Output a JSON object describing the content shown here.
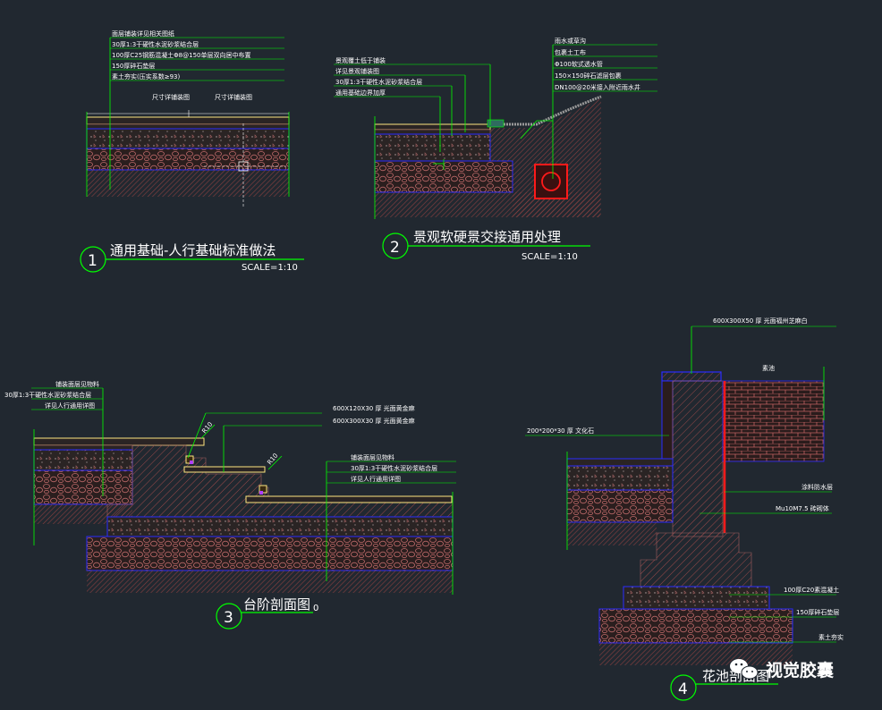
{
  "colors": {
    "background": "#212830",
    "leader": "#00ff00",
    "outline": "#2b2bff",
    "hatch": "#9b4a4a",
    "surface": "#ffe680",
    "waterproof": "#ff1a1a"
  },
  "detail1": {
    "notes": [
      "面层铺装详见相关图纸",
      "30厚1:3干硬性水泥砂浆结合层",
      "100厚C25钢筋混凝土Φ8@150单层双向居中布置",
      "150厚碎石垫层",
      "素土夯实(压实系数≥93)"
    ],
    "dims": [
      "尺寸详铺装图",
      "尺寸详铺装图"
    ],
    "number": "1",
    "title": "通用基础-人行基础标准做法",
    "scale": "SCALE=1:10"
  },
  "detail2": {
    "notes_left": [
      "景观覆土低于铺装",
      "详见景观铺装图",
      "30厚1:3干硬性水泥砂浆结合层",
      "通用基础边界加厚"
    ],
    "notes_right": [
      "雨水或草沟",
      "包裹土工布",
      "Φ100软式透水管",
      "150×150碎石滤层包裹",
      "DN100@20米接入附近雨水井"
    ],
    "number": "2",
    "title": "景观软硬景交接通用处理",
    "scale": "SCALE=1:10"
  },
  "detail3": {
    "notes_left": [
      "铺装面层见物料",
      "30厚1:3干硬性水泥砂浆结合层",
      "详见人行通用详图"
    ],
    "notes_right": [
      "600X120X30  厚 光面黄金麻",
      "600X300X30  厚 光面黄金麻"
    ],
    "notes_low": [
      "铺装面层见物料",
      "30厚1:3干硬性水泥砂浆结合层",
      "详见人行通用详图"
    ],
    "radius": [
      "R10",
      "R10"
    ],
    "number": "3",
    "title": "台阶剖面图",
    "title_suffix": "0"
  },
  "detail4": {
    "cap": "600X300X50  厚 光面福州芝麻白",
    "fill": "素池",
    "side": "200*200*30  厚 文化石",
    "right": [
      "涂料防水层",
      "Mu10M7.5  砖砌体",
      "100厚C20素混凝土",
      "150厚碎石垫层",
      "素土夯实"
    ],
    "number": "4",
    "title": "花池剖面图"
  },
  "watermark": {
    "text": "视觉胶囊",
    "icon": "wechat-icon"
  }
}
